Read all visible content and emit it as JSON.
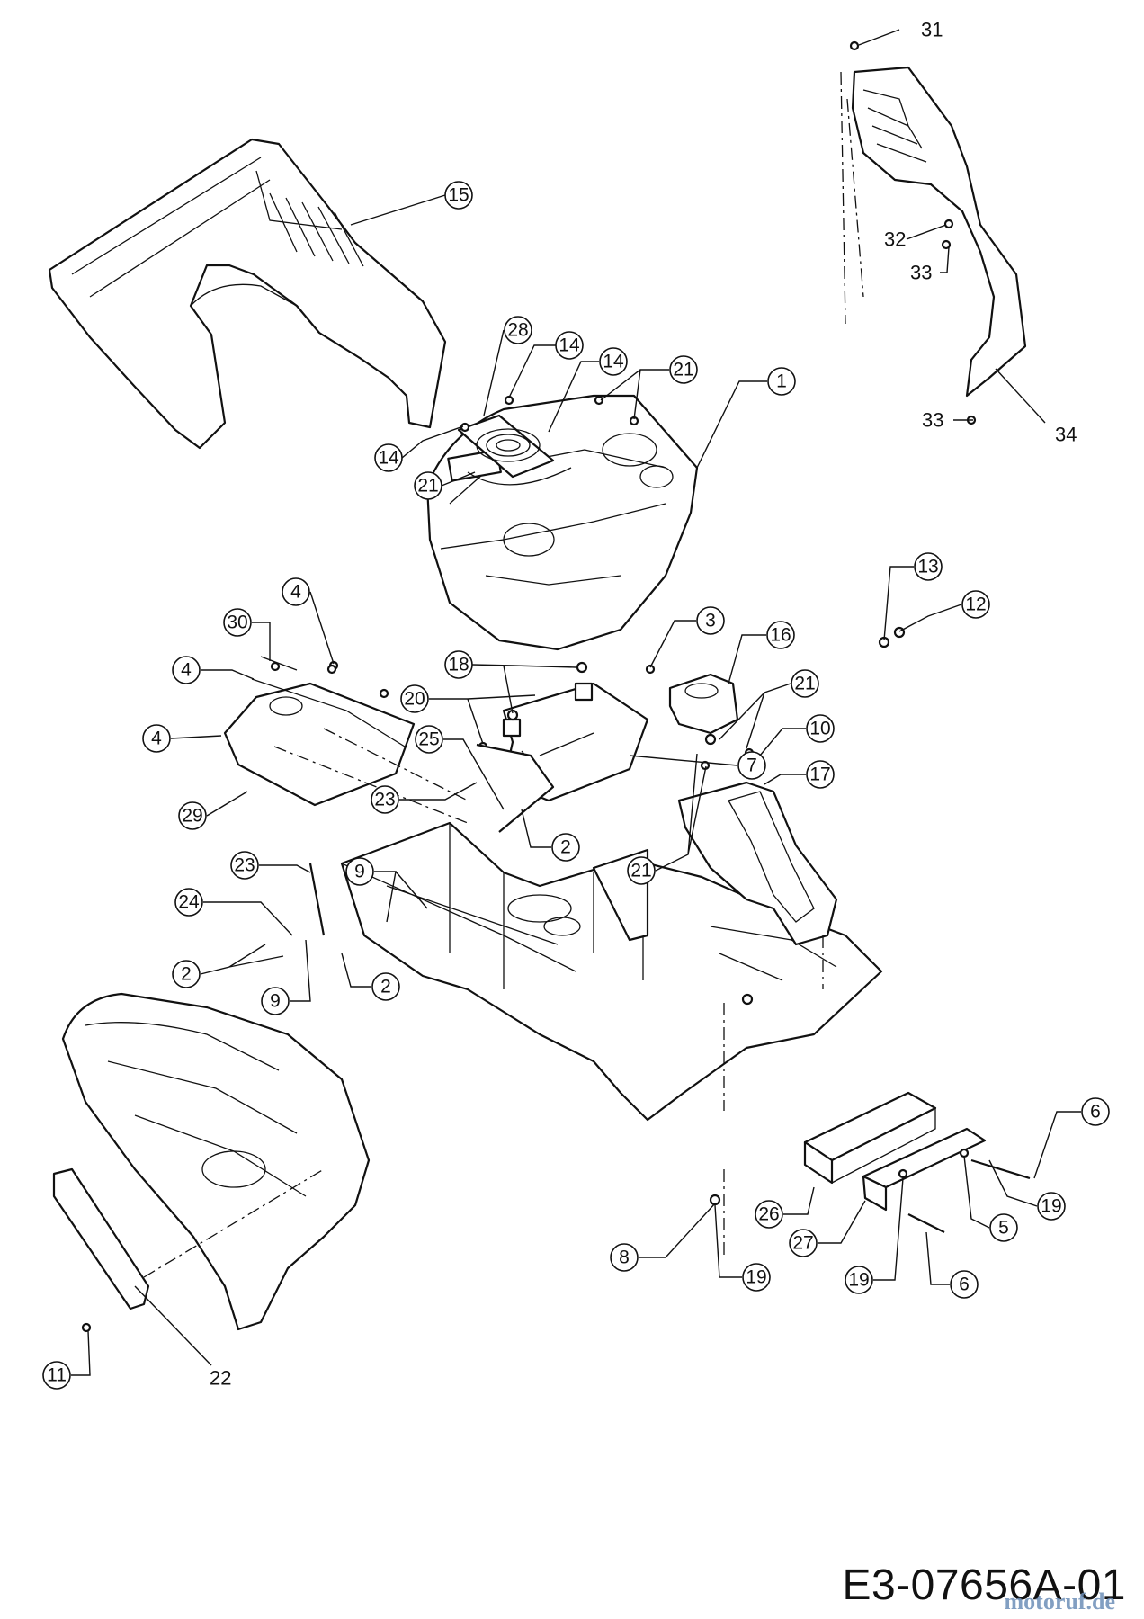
{
  "diagram": {
    "drawing_code": "E3-07656A-01",
    "watermark_text": "motoruf.de",
    "part_labels": {
      "l1": "1",
      "l2a": "2",
      "l2b": "2",
      "l2c": "2",
      "l3": "3",
      "l4a": "4",
      "l4b": "4",
      "l4c": "4",
      "l5": "5",
      "l6a": "6",
      "l6b": "6",
      "l7": "7",
      "l8": "8",
      "l9a": "9",
      "l9b": "9",
      "l10": "10",
      "l11": "11",
      "l12": "12",
      "l13": "13",
      "l14a": "14",
      "l14b": "14",
      "l14c": "14",
      "l15": "15",
      "l16": "16",
      "l17": "17",
      "l18": "18",
      "l19a": "19",
      "l19b": "19",
      "l19c": "19",
      "l20": "20",
      "l21a": "21",
      "l21b": "21",
      "l21c": "21",
      "l21d": "21",
      "l22": "22",
      "l23a": "23",
      "l23b": "23",
      "l24": "24",
      "l25": "25",
      "l26": "26",
      "l27": "27",
      "l28": "28",
      "l29": "29",
      "l30": "30",
      "l31": "31",
      "l32": "32",
      "l33a": "33",
      "l33b": "33",
      "l34": "34"
    }
  }
}
